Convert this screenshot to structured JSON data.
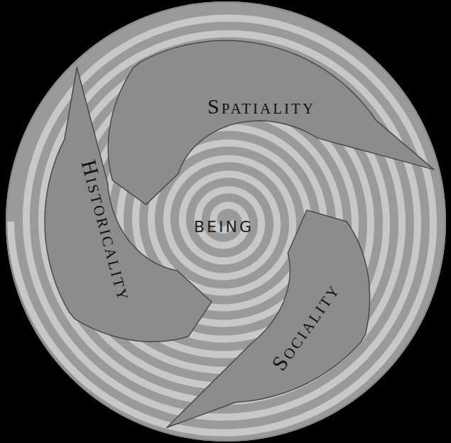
{
  "diagram": {
    "nodes": [
      {
        "text": [
          "BEING"
        ]
      },
      {
        "text": [
          "Spatiality"
        ],
        "in": 0
      },
      {
        "text": [
          "Historicality"
        ],
        "in": 0
      },
      {
        "text": [
          "Sociality"
        ],
        "in": 0
      }
    ]
  }
}
